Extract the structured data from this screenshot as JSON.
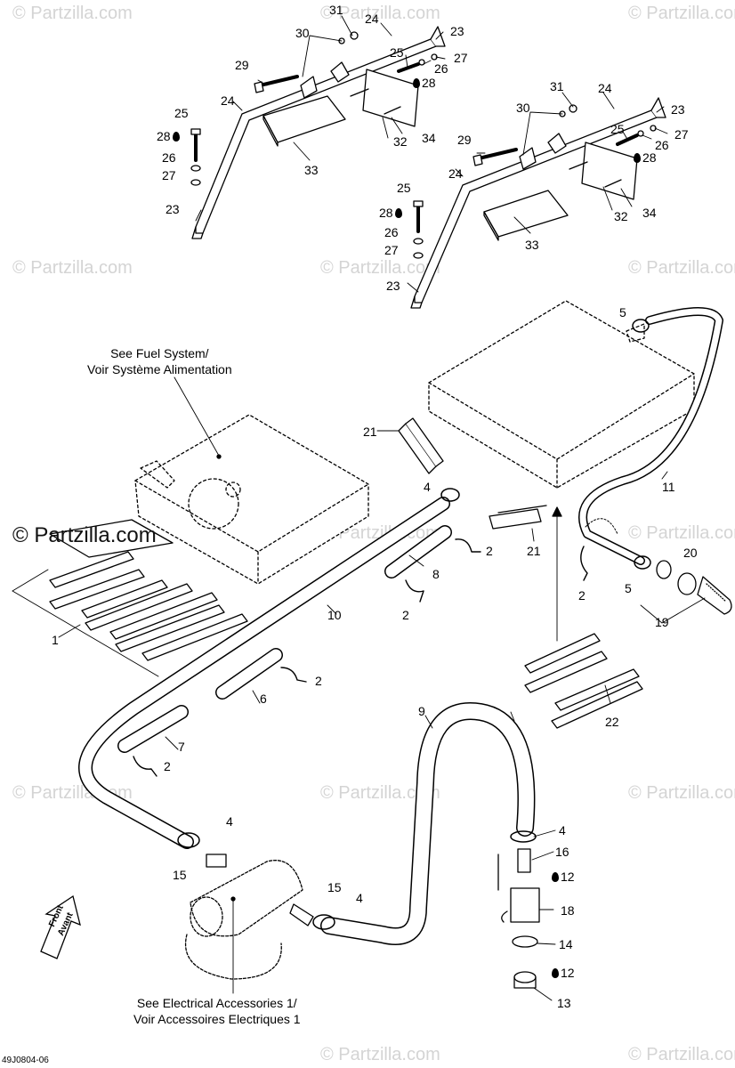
{
  "watermark": "© Partzilla.com",
  "main_watermark": "© Partzilla.com",
  "drawing_code": "49J0804-06",
  "notes": {
    "fuel_line1": "See Fuel System/",
    "fuel_line2": "Voir Système Alimentation",
    "elec_line1": "See Electrical Accessories 1/",
    "elec_line2": "Voir Accessoires Electriques 1"
  },
  "front_label": {
    "line1": "Front",
    "line2": "Avant"
  },
  "callouts": {
    "c31a": "31",
    "c30a": "30",
    "c24a": "24",
    "c23a": "23",
    "c27a": "27",
    "c25a": "25",
    "c26a": "26",
    "c28a": "28",
    "c29a": "29",
    "c24b": "24",
    "c25b": "25",
    "c28b": "28",
    "c26b": "26",
    "c27b": "27",
    "c23b": "23",
    "c32a": "32",
    "c33a": "33",
    "c34a": "34",
    "c31b": "31",
    "c30b": "30",
    "c24c": "24",
    "c23c": "23",
    "c25c": "25",
    "c26c": "26",
    "c27c": "27",
    "c28c": "28",
    "c29b": "29",
    "c24d": "24",
    "c25d": "25",
    "c28d": "28",
    "c26d": "26",
    "c27d": "27",
    "c23d": "23",
    "c32b": "32",
    "c33b": "33",
    "c34b": "34",
    "c5a": "5",
    "c21a": "21",
    "c4a": "4",
    "c11": "11",
    "c2a": "2",
    "c8": "8",
    "c21b": "21",
    "c20": "20",
    "c2b": "2",
    "c5b": "5",
    "c19": "19",
    "c1": "1",
    "c10": "10",
    "c2c": "2",
    "c6": "6",
    "c2d": "2",
    "c7": "7",
    "c2e": "2",
    "c22": "22",
    "c9": "9",
    "c4b": "4",
    "c15a": "15",
    "c15b": "15",
    "c4c": "4",
    "c4d": "4",
    "c16": "16",
    "c12a": "12",
    "c18": "18",
    "c14": "14",
    "c12b": "12",
    "c13": "13"
  }
}
